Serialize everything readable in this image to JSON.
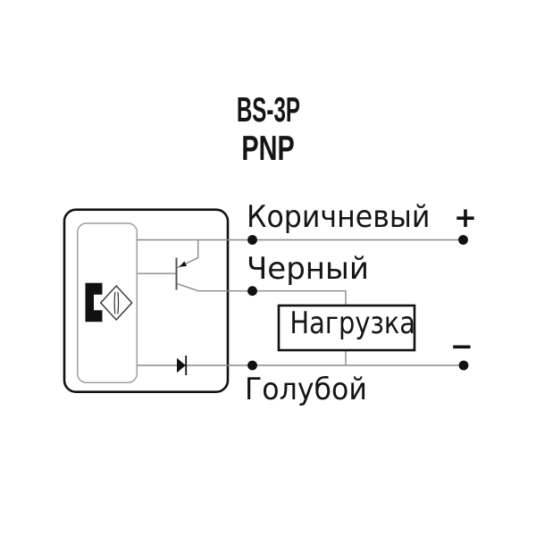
{
  "title": {
    "model": "BS-3P",
    "type": "PNP"
  },
  "wires": {
    "brown": {
      "label": "Коричневый",
      "polarity": "+"
    },
    "black": {
      "label": "Черный"
    },
    "blue": {
      "label": "Голубой",
      "polarity": "−"
    }
  },
  "load": {
    "label": "Нагрузка"
  },
  "icons": {
    "sensor": "inductive-sensor-icon",
    "transistor": "pnp-transistor-icon",
    "diode": "diode-icon"
  },
  "colors": {
    "ink": "#111111",
    "wire": "#8a8a8a",
    "background": "#ffffff"
  }
}
